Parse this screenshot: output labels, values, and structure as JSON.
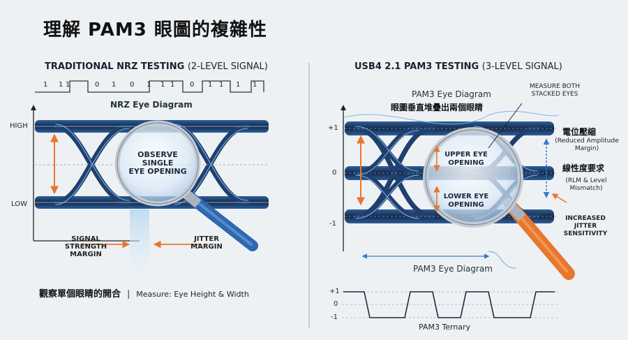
{
  "title": "理解 PAM3 眼圖的複雜性",
  "left": {
    "heading": "TRADITIONAL NRZ TESTING",
    "heading_suffix": "(2-LEVEL SIGNAL)",
    "bits": [
      "1",
      "1",
      "1",
      "0",
      "1",
      "0",
      "1",
      "1",
      "1",
      "0",
      "1",
      "1",
      "1",
      "1"
    ],
    "diagram_title": "NRZ Eye Diagram",
    "level_high": "HIGH",
    "level_low": "LOW",
    "lens_text": "OBSERVE\nSINGLE\nEYE OPENING",
    "signal_margin": "SIGNAL\nSTRENGTH\nMARGIN",
    "jitter_margin": "JITTER\nMARGIN",
    "caption_zh": "觀察單個眼睛的開合",
    "caption_sep": "|",
    "caption_en": "Measure: Eye Height & Width"
  },
  "right": {
    "heading": "USB4 2.1 PAM3 TESTING",
    "heading_suffix": "(3-LEVEL SIGNAL)",
    "diagram_title": "PAM3 Eye Diagram",
    "diagram_subtitle_zh": "眼圖垂直堆疊出兩個眼睛",
    "measure_callout": "MEASURE BOTH\nSTACKED EYES",
    "level_plus": "+1",
    "level_zero": "0",
    "level_minus": "-1",
    "upper_eye": "UPPER EYE\nOPENING",
    "lower_eye": "LOWER EYE\nOPENING",
    "amp_zh": "電位壓縮",
    "amp_en": "(Reduced Amplitude\nMargin)",
    "lin_zh": "線性度要求",
    "lin_en": "(RLM & Level\nMismatch)",
    "jitter": "INCREASED\nJITTER\nSENSITIVITY",
    "bottom_label": "PAM3 Eye Diagram",
    "ternary_plus": "+1",
    "ternary_zero": "0",
    "ternary_minus": "-1",
    "ternary_label": "PAM3 Ternary"
  },
  "colors": {
    "eye_band": "#1f3f6e",
    "eye_trace": "#7fb4e6",
    "orange": "#e8772e",
    "lens_handle_left": "#2f67b0",
    "lens_handle_right": "#e8772e",
    "divider": "#b9c1cc"
  },
  "icons": [
    "magnifier-icon",
    "arrow-icon"
  ]
}
